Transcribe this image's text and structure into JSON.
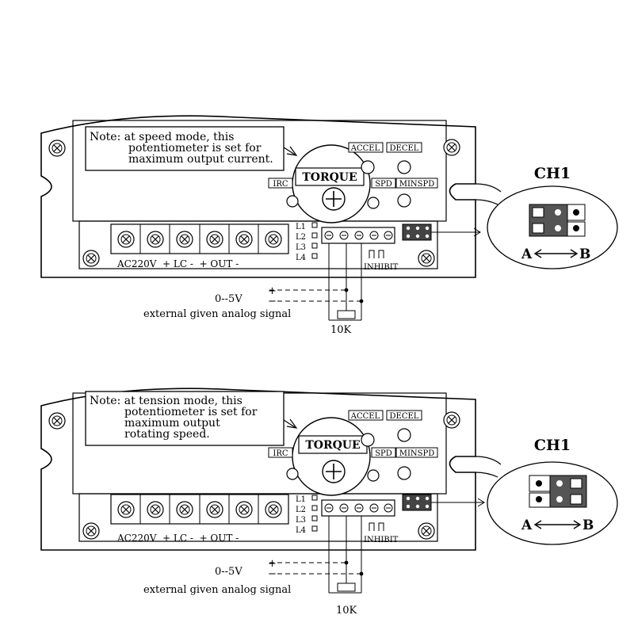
{
  "panels": [
    {
      "note": [
        "Note: at speed mode, this",
        "potentiometer is set for",
        "maximum output current."
      ],
      "knob_label": "TORQUE",
      "ch1_title": "CH1",
      "jumper_side": "A"
    },
    {
      "note": [
        "Note: at tension mode, this",
        "potentiometer is set for",
        "maximum output",
        "rotating speed."
      ],
      "knob_label": "TORQUE",
      "ch1_title": "CH1",
      "jumper_side": "B"
    }
  ],
  "labels": {
    "accel": "ACCEL",
    "decel": "DECEL",
    "irc": "IRC",
    "spd": "SPD",
    "minspd": "MINSPD",
    "leds": [
      "L1",
      "L2",
      "L3",
      "L4"
    ],
    "terminals": "AC220V  + LC -  + OUT -",
    "inhibit": "INHIBIT",
    "ch1_a": "A",
    "ch1_b": "B",
    "voltage": "0--5V",
    "plus": "+",
    "minus": "−",
    "signal": "external given analog signal",
    "resistor": "10K"
  },
  "colors": {
    "line": "#000000",
    "board": "#ffffff",
    "jumper": "#444444"
  }
}
